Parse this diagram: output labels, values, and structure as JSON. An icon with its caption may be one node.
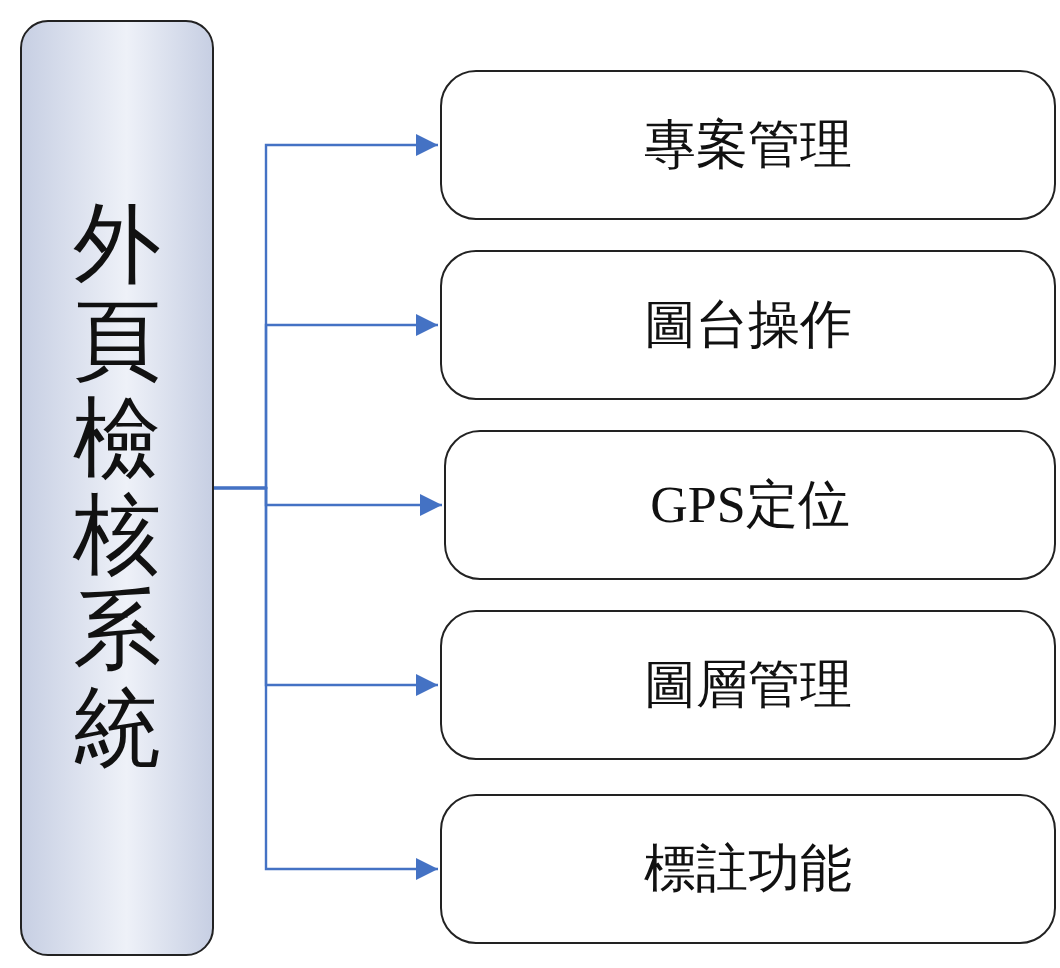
{
  "diagram": {
    "nodes": [
      {
        "text": [
          "外頁檢核系統"
        ]
      },
      {
        "text": [
          "專案管理"
        ]
      },
      {
        "text": [
          "圖台操作"
        ]
      },
      {
        "text": [
          "GPS定位"
        ]
      },
      {
        "text": [
          "圖層管理"
        ]
      },
      {
        "text": [
          "標註功能"
        ]
      }
    ],
    "edges": [
      {
        "from": 0,
        "to": 1,
        "arrow": "to"
      },
      {
        "from": 0,
        "to": 2,
        "arrow": "to"
      },
      {
        "from": 0,
        "to": 3,
        "arrow": "to"
      },
      {
        "from": 0,
        "to": 4,
        "arrow": "to"
      },
      {
        "from": 0,
        "to": 5,
        "arrow": "to"
      }
    ]
  }
}
